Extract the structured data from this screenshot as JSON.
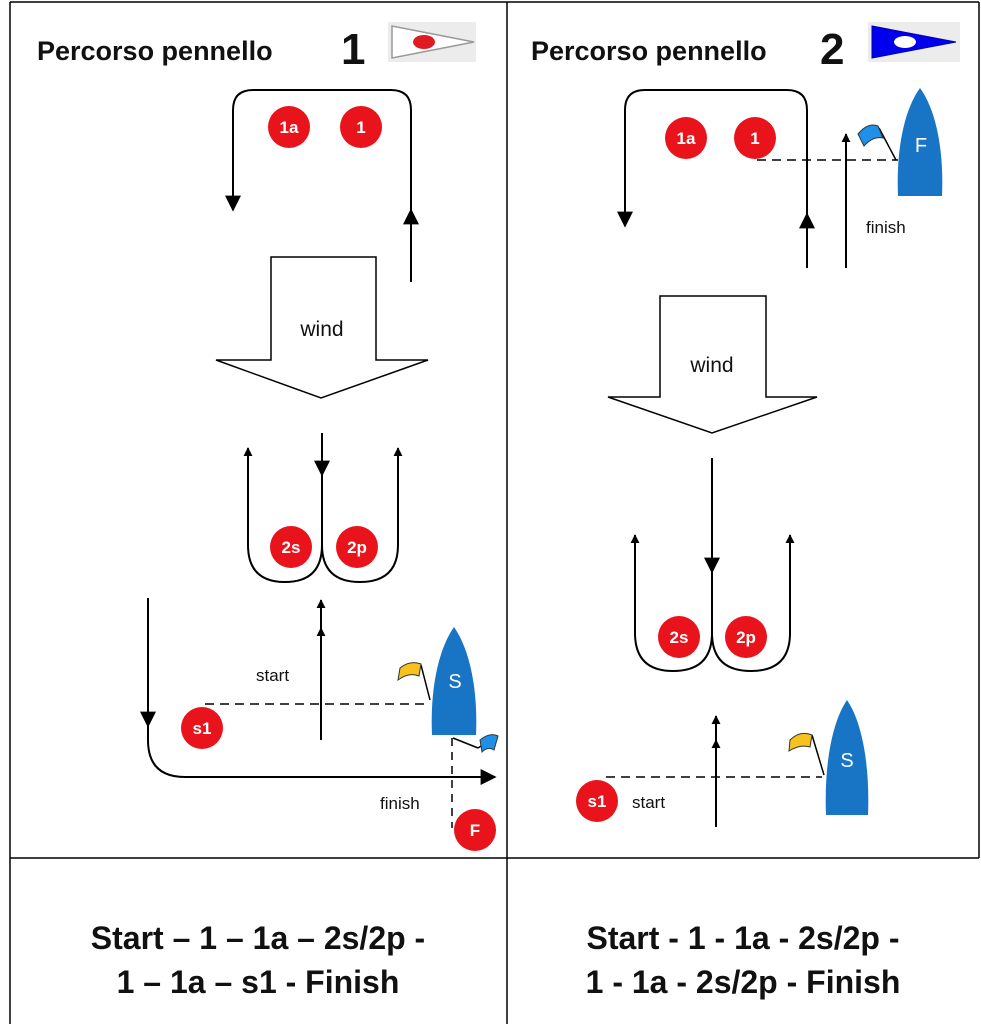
{
  "left": {
    "title": "Percorso pennello",
    "number": "1",
    "pennant": {
      "bg": "#ffffff",
      "dot": "#e11b22"
    },
    "marks": {
      "m1a": "1a",
      "m1": "1",
      "m2s": "2s",
      "m2p": "2p",
      "s1": "s1",
      "F": "F"
    },
    "wind": "wind",
    "start": "start",
    "finish": "finish",
    "boat": "S",
    "summary": [
      "Start – 1 – 1a – 2s/2p -",
      "1 – 1a – s1 - Finish"
    ]
  },
  "right": {
    "title": "Percorso pennello",
    "number": "2",
    "pennant": {
      "bg": "#0000ee",
      "dot": "#ffffff"
    },
    "marks": {
      "m1a": "1a",
      "m1": "1",
      "m2s": "2s",
      "m2p": "2p",
      "s1": "s1"
    },
    "wind": "wind",
    "finish": "finish",
    "start": "start",
    "boat_finish": "F",
    "boat_start": "S",
    "summary": [
      "Start - 1 - 1a - 2s/2p -",
      "1 - 1a - 2s/2p - Finish"
    ]
  },
  "colors": {
    "buoy": "#e8131b",
    "boat": "#1874c4",
    "yellow_flag": "#f7c21d",
    "blue_flag": "#1f8fe8"
  }
}
